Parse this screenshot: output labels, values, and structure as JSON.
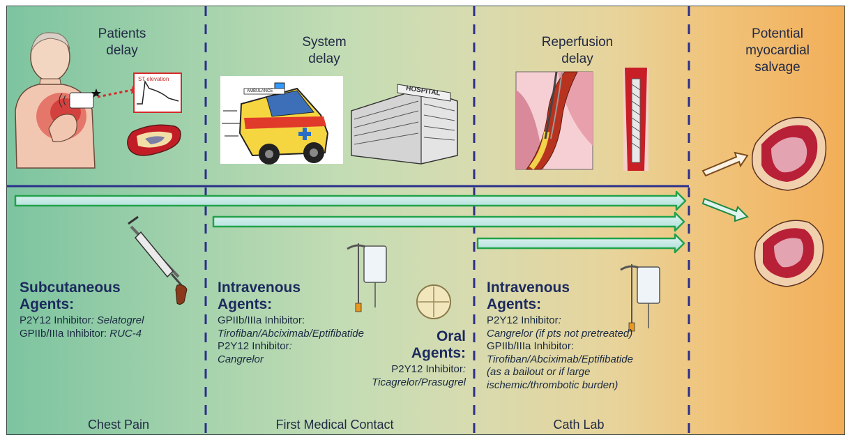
{
  "headers": {
    "patients_delay": [
      "Patients",
      "delay"
    ],
    "system_delay": [
      "System",
      "delay"
    ],
    "reperfusion_delay": [
      "Reperfusion",
      "delay"
    ],
    "salvage": [
      "Potential",
      "myocardial",
      "salvage"
    ]
  },
  "ecg_label": "ST elevation",
  "ambulance_label": "AMBULANCE",
  "hospital_label": "HOSPITAL",
  "subcutaneous": {
    "title": [
      "Subcutaneous",
      "Agents:"
    ],
    "line1_label": "P2Y12 Inhibitor",
    "line1_value": "Selatogrel",
    "line2_label": "GPIIb/IIIa Inhibitor: ",
    "line2_value": "RUC-4"
  },
  "intravenous_fmc": {
    "title": [
      "Intravenous",
      "Agents:"
    ],
    "line1": "GPIIb/IIIa Inhibitor:",
    "line2": "Tirofiban/Abciximab/Eptifibatide",
    "line3": "P2Y12 Inhibitor",
    "line4": "Cangrelor"
  },
  "oral": {
    "title": [
      "Oral",
      "Agents:"
    ],
    "line1": "P2Y12 Inhibitor",
    "line2": "Ticagrelor/Prasugrel"
  },
  "intravenous_cath": {
    "title": [
      "Intravenous",
      "Agents:"
    ],
    "line1": "P2Y12 Inhibitor",
    "line2": "Cangrelor (if pts not pretreated)",
    "line3": "GPIIb/IIIa Inhibitor:",
    "line4": "Tirofiban/Abciximab/Eptifibatide",
    "line5": "(as a bailout or if large",
    "line6": "ischemic/thrombotic burden)"
  },
  "footer": {
    "chest_pain": "Chest Pain",
    "first_medical_contact": "First Medical Contact",
    "cath_lab": "Cath Lab"
  },
  "colors": {
    "divider": "#2b2f8a",
    "arrow_fill": "#c8ecec",
    "arrow_stroke": "#22a24a",
    "text_navy": "#1c2a5e"
  }
}
